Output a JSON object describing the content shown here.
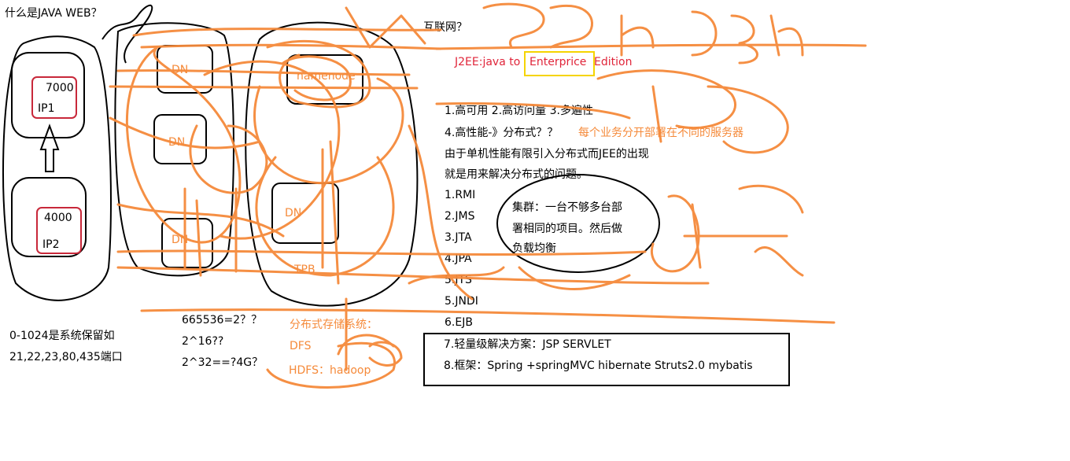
{
  "canvas": {
    "title": "什么是JAVA WEB？",
    "internet_label": "互联网？",
    "j2ee_prefix": "J2EE:java to",
    "j2ee_highlight": "Enterprice",
    "j2ee_suffix": "Edition",
    "ports": {
      "top_port": "7000",
      "top_ip": "IP1",
      "bottom_port": "4000",
      "bottom_ip": "IP2"
    },
    "cluster": {
      "namenode": "namenode",
      "dn_labels": [
        "DN",
        "DN",
        "DN",
        "DN"
      ],
      "tpb": "TPB"
    },
    "notes_left": [
      "0-1024是系统保留如",
      "21,22,23,80,435端口"
    ],
    "notes_mid": [
      "665536=2？？",
      "2^16??",
      "2^32==?4G？"
    ],
    "storage_notes": [
      "分布式存储系统：",
      "DFS",
      "HDFS：hadoop"
    ],
    "main_list": [
      "1.高可用 2.高访问量 3.多遍性",
      "4.高性能-》分布式？？",
      "由于单机性能有限引入分布式而JEE的出现",
      "就是用来解决分布式的问题。",
      "1.RMI",
      "2.JMS",
      "3.JTA",
      "4.JPA",
      "5.JTS",
      "5.JNDI",
      "6.EJB"
    ],
    "distributed_note": "每个业务分开部署在不同的服务器",
    "cluster_note": [
      "集群：一台不够多台部",
      "署相同的项目。然后做",
      "负载均衡"
    ],
    "box_lines": [
      "7.轻量级解决方案：JSP SERVLET",
      "8.框架：Spring +springMVC hibernate Struts2.0 mybatis"
    ],
    "colors": {
      "scribble": "#f58a3a",
      "red_text": "#e0253a",
      "highlight_border": "#f5d400",
      "ip_box": "#c8283a"
    }
  }
}
